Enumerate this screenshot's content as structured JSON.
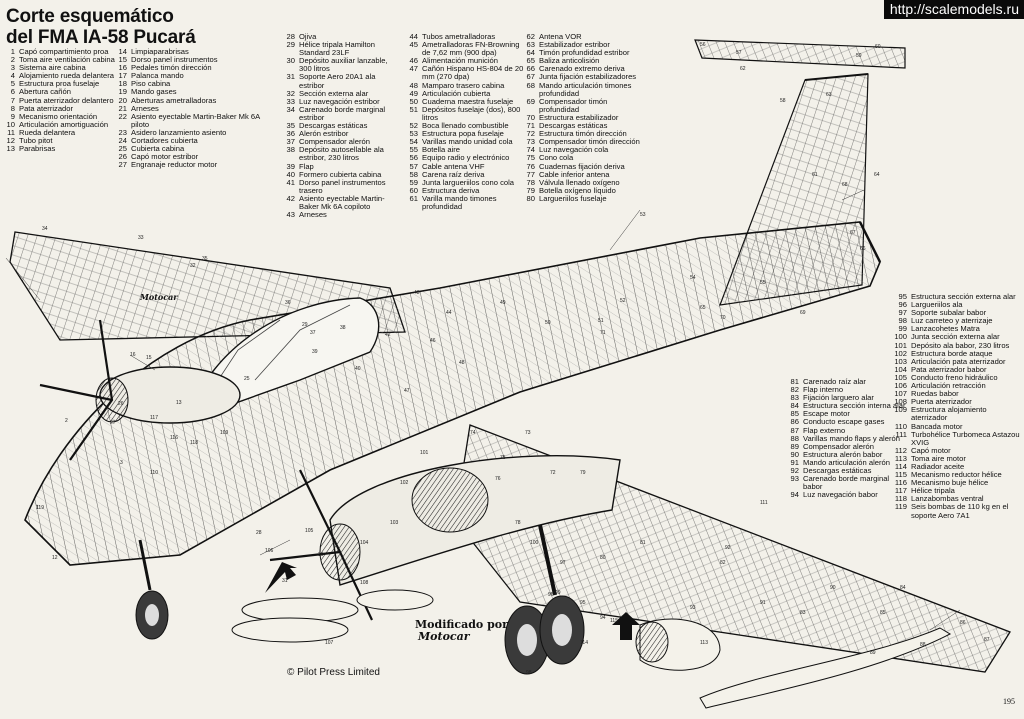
{
  "watermark": "http://scalemodels.ru",
  "title": {
    "line1": "Corte esquemático",
    "line2": "del FMA IA-58 Pucará"
  },
  "legend_a": [
    {
      "n": "1",
      "t": "Capó compartimiento proa"
    },
    {
      "n": "2",
      "t": "Toma aire ventilación cabina"
    },
    {
      "n": "3",
      "t": "Sistema aire cabina"
    },
    {
      "n": "4",
      "t": "Alojamiento rueda delantera"
    },
    {
      "n": "5",
      "t": "Estructura proa fuselaje"
    },
    {
      "n": "6",
      "t": "Abertura cañón"
    },
    {
      "n": "7",
      "t": "Puerta aterrizador delantero"
    },
    {
      "n": "8",
      "t": "Pata aterrizador"
    },
    {
      "n": "9",
      "t": "Mecanismo orientación"
    },
    {
      "n": "10",
      "t": "Articulación amortiguación"
    },
    {
      "n": "11",
      "t": "Rueda delantera"
    },
    {
      "n": "12",
      "t": "Tubo pitot"
    },
    {
      "n": "13",
      "t": "Parabrisas"
    }
  ],
  "legend_b": [
    {
      "n": "14",
      "t": "Limpiaparabrisas"
    },
    {
      "n": "15",
      "t": "Dorso panel instrumentos"
    },
    {
      "n": "16",
      "t": "Pedales timón dirección"
    },
    {
      "n": "17",
      "t": "Palanca mando"
    },
    {
      "n": "18",
      "t": "Piso cabina"
    },
    {
      "n": "19",
      "t": "Mando gases"
    },
    {
      "n": "20",
      "t": "Aberturas ametralladoras"
    },
    {
      "n": "21",
      "t": "Arneses"
    },
    {
      "n": "22",
      "t": "Asiento eyectable Martin-Baker Mk 6A piloto"
    },
    {
      "n": "23",
      "t": "Asidero lanzamiento asiento"
    },
    {
      "n": "24",
      "t": "Cortadores cubierta"
    },
    {
      "n": "25",
      "t": "Cubierta cabina"
    },
    {
      "n": "26",
      "t": "Capó motor estribor"
    },
    {
      "n": "27",
      "t": "Engranaje reductor motor"
    }
  ],
  "legend_c": [
    {
      "n": "28",
      "t": "Ojiva"
    },
    {
      "n": "29",
      "t": "Hélice tripala Hamilton Standard 23LF"
    },
    {
      "n": "30",
      "t": "Depósito auxiliar lanzable, 300 litros"
    },
    {
      "n": "31",
      "t": "Soporte Aero 20A1 ala estribor"
    },
    {
      "n": "32",
      "t": "Sección externa alar"
    },
    {
      "n": "33",
      "t": "Luz navegación estribor"
    },
    {
      "n": "34",
      "t": "Carenado borde marginal estribor"
    },
    {
      "n": "35",
      "t": "Descargas estáticas"
    },
    {
      "n": "36",
      "t": "Alerón estribor"
    },
    {
      "n": "37",
      "t": "Compensador alerón"
    },
    {
      "n": "38",
      "t": "Depósito autosellable ala estribor, 230 litros"
    },
    {
      "n": "39",
      "t": "Flap"
    },
    {
      "n": "40",
      "t": "Formero cubierta cabina"
    },
    {
      "n": "41",
      "t": "Dorso panel instrumentos trasero"
    },
    {
      "n": "42",
      "t": "Asiento eyectable Martin-Baker Mk 6A copiloto"
    },
    {
      "n": "43",
      "t": "Arneses"
    }
  ],
  "legend_d": [
    {
      "n": "44",
      "t": "Tubos ametralladoras"
    },
    {
      "n": "45",
      "t": "Ametralladoras FN-Browning de 7,62 mm (900 dpa)"
    },
    {
      "n": "46",
      "t": "Alimentación munición"
    },
    {
      "n": "47",
      "t": "Cañón Hispano HS-804 de 20 mm (270 dpa)"
    },
    {
      "n": "48",
      "t": "Mamparo trasero cabina"
    },
    {
      "n": "49",
      "t": "Articulación cubierta"
    },
    {
      "n": "50",
      "t": "Cuaderna maestra fuselaje"
    },
    {
      "n": "51",
      "t": "Depósitos fuselaje (dos), 800 litros"
    },
    {
      "n": "52",
      "t": "Boca llenado combustible"
    },
    {
      "n": "53",
      "t": "Estructura popa fuselaje"
    },
    {
      "n": "54",
      "t": "Varillas mando unidad cola"
    },
    {
      "n": "55",
      "t": "Botella aire"
    },
    {
      "n": "56",
      "t": "Equipo radio y electrónico"
    },
    {
      "n": "57",
      "t": "Cable antena VHF"
    },
    {
      "n": "58",
      "t": "Carena raíz deriva"
    },
    {
      "n": "59",
      "t": "Junta largueriilos cono cola"
    },
    {
      "n": "60",
      "t": "Estructura deriva"
    },
    {
      "n": "61",
      "t": "Varilla mando timones profundidad"
    }
  ],
  "legend_e": [
    {
      "n": "62",
      "t": "Antena VOR"
    },
    {
      "n": "63",
      "t": "Estabilizador estribor"
    },
    {
      "n": "64",
      "t": "Timón profundidad estribor"
    },
    {
      "n": "65",
      "t": "Baliza anticolisión"
    },
    {
      "n": "66",
      "t": "Carenado extremo deriva"
    },
    {
      "n": "67",
      "t": "Junta fijación estabilizadores"
    },
    {
      "n": "68",
      "t": "Mando articulación timones profundidad"
    },
    {
      "n": "69",
      "t": "Compensador timón profundidad"
    },
    {
      "n": "70",
      "t": "Estructura estabilizador"
    },
    {
      "n": "71",
      "t": "Descargas estáticas"
    },
    {
      "n": "72",
      "t": "Estructura timón dirección"
    },
    {
      "n": "73",
      "t": "Compensador timón dirección"
    },
    {
      "n": "74",
      "t": "Luz navegación cola"
    },
    {
      "n": "75",
      "t": "Cono cola"
    },
    {
      "n": "76",
      "t": "Cuadernas fijación deriva"
    },
    {
      "n": "77",
      "t": "Cable inferior antena"
    },
    {
      "n": "78",
      "t": "Válvula llenado oxígeno"
    },
    {
      "n": "79",
      "t": "Botella oxígeno líquido"
    },
    {
      "n": "80",
      "t": "Largueriilos fuselaje"
    }
  ],
  "legend_f": [
    {
      "n": "81",
      "t": "Carenado raíz alar"
    },
    {
      "n": "82",
      "t": "Flap interno"
    },
    {
      "n": "83",
      "t": "Fijación larguero alar"
    },
    {
      "n": "84",
      "t": "Estructura sección interna alar"
    },
    {
      "n": "85",
      "t": "Escape motor"
    },
    {
      "n": "86",
      "t": "Conducto escape gases"
    },
    {
      "n": "87",
      "t": "Flap externo"
    },
    {
      "n": "88",
      "t": "Varillas mando flaps y alerón"
    },
    {
      "n": "89",
      "t": "Compensador alerón"
    },
    {
      "n": "90",
      "t": "Estructura alerón babor"
    },
    {
      "n": "91",
      "t": "Mando articulación alerón"
    },
    {
      "n": "92",
      "t": "Descargas estáticas"
    },
    {
      "n": "93",
      "t": "Carenado borde marginal babor"
    },
    {
      "n": "94",
      "t": "Luz navegación babor"
    }
  ],
  "legend_g": [
    {
      "n": "95",
      "t": "Estructura sección externa alar"
    },
    {
      "n": "96",
      "t": "Largueriilos ala"
    },
    {
      "n": "97",
      "t": "Soporte subalar babor"
    },
    {
      "n": "98",
      "t": "Luz carreteo y aterrizaje"
    },
    {
      "n": "99",
      "t": "Lanzacohetes Matra"
    },
    {
      "n": "100",
      "t": "Junta sección externa alar"
    },
    {
      "n": "101",
      "t": "Depósito ala babor, 230 litros"
    },
    {
      "n": "102",
      "t": "Estructura borde ataque"
    },
    {
      "n": "103",
      "t": "Articulación pata aterrizador"
    },
    {
      "n": "104",
      "t": "Pata aterrizador babor"
    },
    {
      "n": "105",
      "t": "Conducto freno hidráulico"
    },
    {
      "n": "106",
      "t": "Articulación retracción"
    },
    {
      "n": "107",
      "t": "Ruedas babor"
    },
    {
      "n": "108",
      "t": "Puerta aterrizador"
    },
    {
      "n": "109",
      "t": "Estructura alojamiento aterrizador"
    },
    {
      "n": "110",
      "t": "Bancada motor"
    },
    {
      "n": "111",
      "t": "Turbohélice Turbomeca Astazou XVIG"
    },
    {
      "n": "112",
      "t": "Capó motor"
    },
    {
      "n": "113",
      "t": "Toma aire motor"
    },
    {
      "n": "114",
      "t": "Radiador aceite"
    },
    {
      "n": "115",
      "t": "Mecanismo reductor hélice"
    },
    {
      "n": "116",
      "t": "Mecanismo buje hélice"
    },
    {
      "n": "117",
      "t": "Hélice tripala"
    },
    {
      "n": "118",
      "t": "Lanzabombas ventral"
    },
    {
      "n": "119",
      "t": "Seis bombas de 110 kg en el soporte Aero 7A1"
    }
  ],
  "signature": "Motocar",
  "modified_by": {
    "line1": "Modificado por",
    "line2": "Motocar"
  },
  "credit": "© Pilot Press Limited",
  "page_number": "195",
  "callouts": [
    "1",
    "2",
    "3",
    "12",
    "13",
    "15",
    "16",
    "25",
    "26",
    "27",
    "28",
    "29",
    "30",
    "31",
    "32",
    "33",
    "34",
    "35",
    "36",
    "37",
    "38",
    "39",
    "40",
    "42",
    "43",
    "44",
    "46",
    "47",
    "48",
    "49",
    "50",
    "51",
    "52",
    "53",
    "54",
    "55",
    "56",
    "57",
    "58",
    "59",
    "60",
    "61",
    "62",
    "63",
    "64",
    "65",
    "66",
    "67",
    "68",
    "69",
    "70",
    "71",
    "72",
    "73",
    "74",
    "75",
    "76",
    "78",
    "79",
    "80",
    "81",
    "82",
    "83",
    "84",
    "85",
    "86",
    "87",
    "88",
    "89",
    "90",
    "91",
    "92",
    "93",
    "94",
    "95",
    "96",
    "97",
    "98",
    "99",
    "100",
    "101",
    "102",
    "103",
    "104",
    "105",
    "106",
    "107",
    "108",
    "109",
    "110",
    "111",
    "113",
    "114",
    "115",
    "116",
    "117",
    "118",
    "119"
  ]
}
